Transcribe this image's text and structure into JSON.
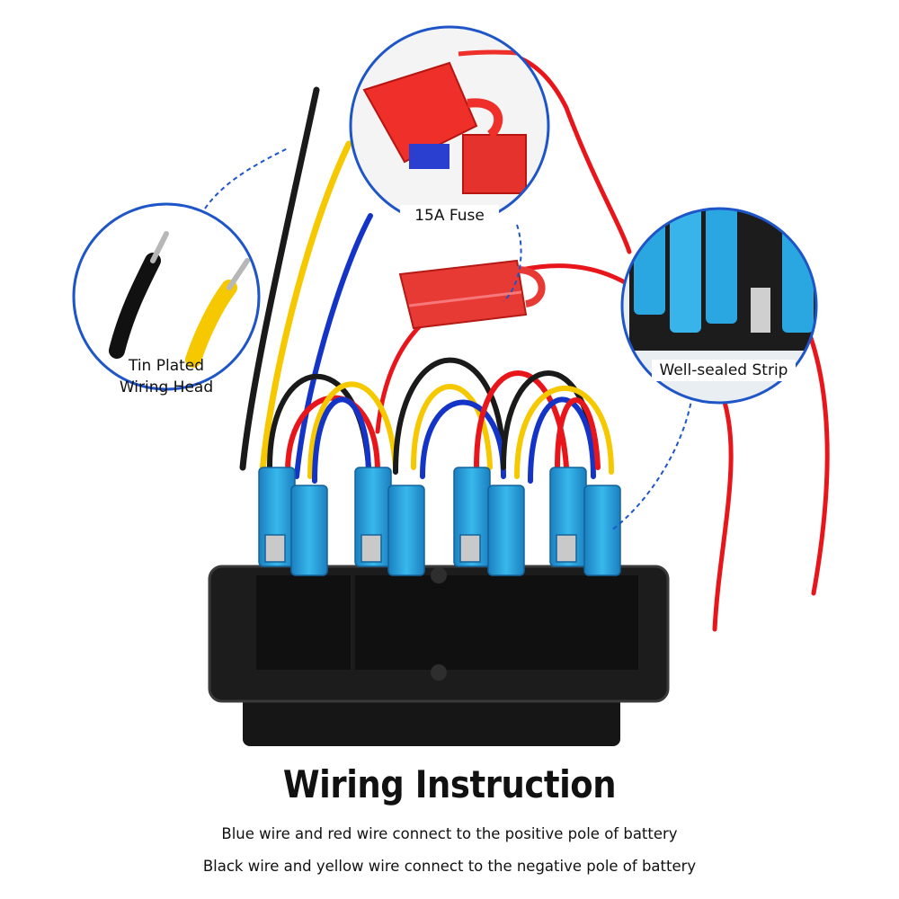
{
  "callouts": {
    "tin_plated": "Tin Plated Wiring Head",
    "fuse": "15A Fuse",
    "strip": "Well-sealed Strip"
  },
  "headline": "Wiring Instruction",
  "instructions": [
    "Blue wire and red wire connect to the positive pole of battery",
    "Black wire and yellow wire connect to the negative pole of battery"
  ],
  "colors": {
    "wire_red": "#e8161b",
    "wire_yellow": "#f5c800",
    "wire_blue": "#1434c8",
    "wire_black": "#1a1a1a",
    "terminal_blue": "#2aa7e0",
    "callout_ring": "#1e55c8",
    "panel": "#1c1c1c"
  }
}
